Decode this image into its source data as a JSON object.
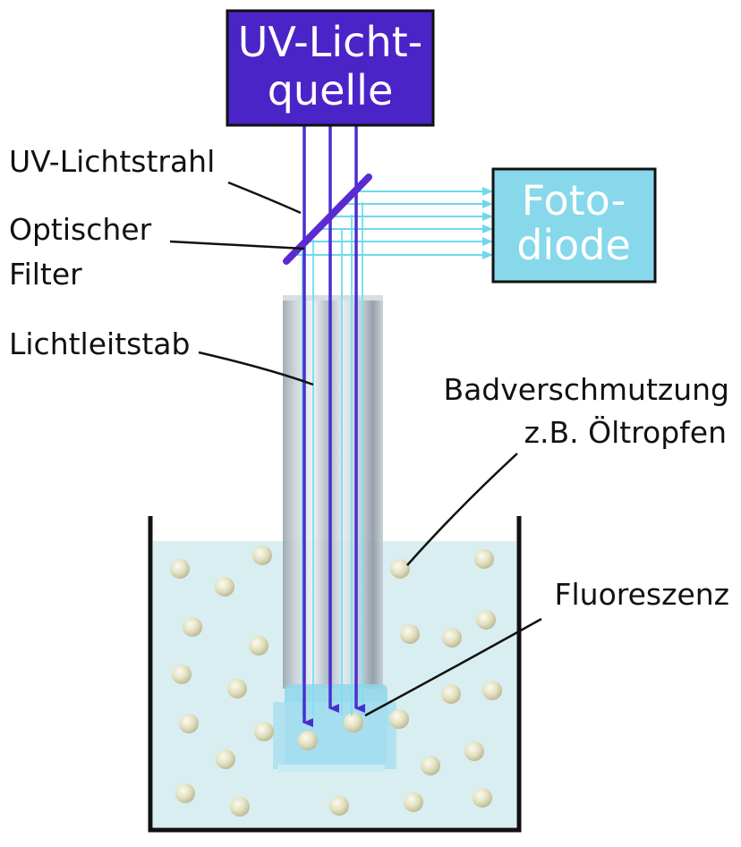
{
  "labels": {
    "uv_source_line1": "UV-Licht-",
    "uv_source_line2": "quelle",
    "photodiode_line1": "Foto-",
    "photodiode_line2": "diode",
    "uv_beam": "UV-Lichtstrahl",
    "optical_filter_line1": "Optischer",
    "optical_filter_line2": "Filter",
    "light_rod": "Lichtleitstab",
    "contamination_line1": "Badverschmutzung",
    "contamination_line2": "z.B. Öltropfen",
    "fluorescence": "Fluoreszenz"
  },
  "colors": {
    "uv_source_box": "#4b24c8",
    "photodiode_box": "#86d8ea",
    "uv_beam": "#4a2fd0",
    "fluorescence_beam": "#7fe0ee",
    "filter": "#5a2bd0",
    "bath_liquid": "#d9eef1",
    "droplet": "#e4e2c2",
    "rod": "#b9c2c9"
  }
}
